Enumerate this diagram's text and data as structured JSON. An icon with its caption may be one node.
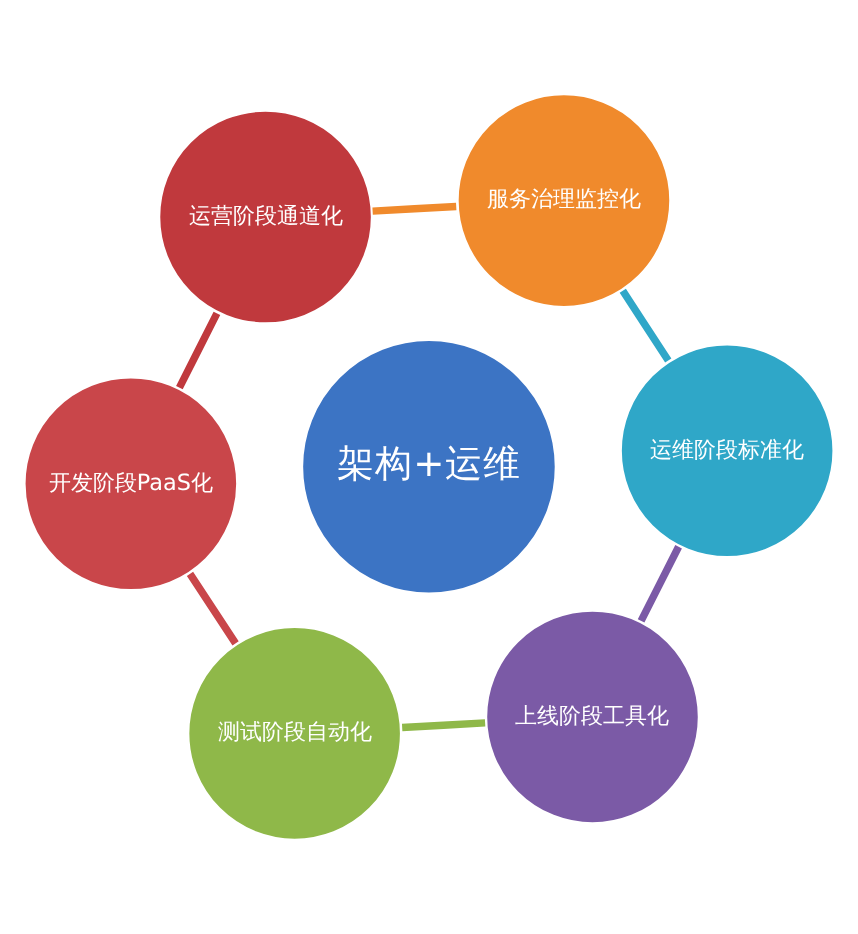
{
  "diagram": {
    "nodes": [
      {
        "text": [
          "开发阶段PaaS化"
        ]
      },
      {
        "text": [
          "测试阶段自动化"
        ]
      },
      {
        "text": [
          "上线阶段工具化"
        ]
      },
      {
        "text": [
          "运维阶段标准化"
        ]
      },
      {
        "text": [
          "服务治理监控化"
        ]
      },
      {
        "text": [
          "运营阶段通道化"
        ]
      },
      {
        "text": [
          "架构+运维"
        ]
      }
    ],
    "edges": [
      {
        "from": 0,
        "to": 1,
        "arrow": "none",
        "color": "#c9464a"
      },
      {
        "from": 1,
        "to": 2,
        "arrow": "none",
        "color": "#8fb849"
      },
      {
        "from": 2,
        "to": 3,
        "arrow": "none",
        "color": "#7b5aa6"
      },
      {
        "from": 3,
        "to": 4,
        "arrow": "none",
        "color": "#2fa7c8"
      },
      {
        "from": 4,
        "to": 5,
        "arrow": "none",
        "color": "#f08a2c"
      },
      {
        "from": 5,
        "to": 0,
        "arrow": "none",
        "color": "#c0393d"
      }
    ]
  }
}
